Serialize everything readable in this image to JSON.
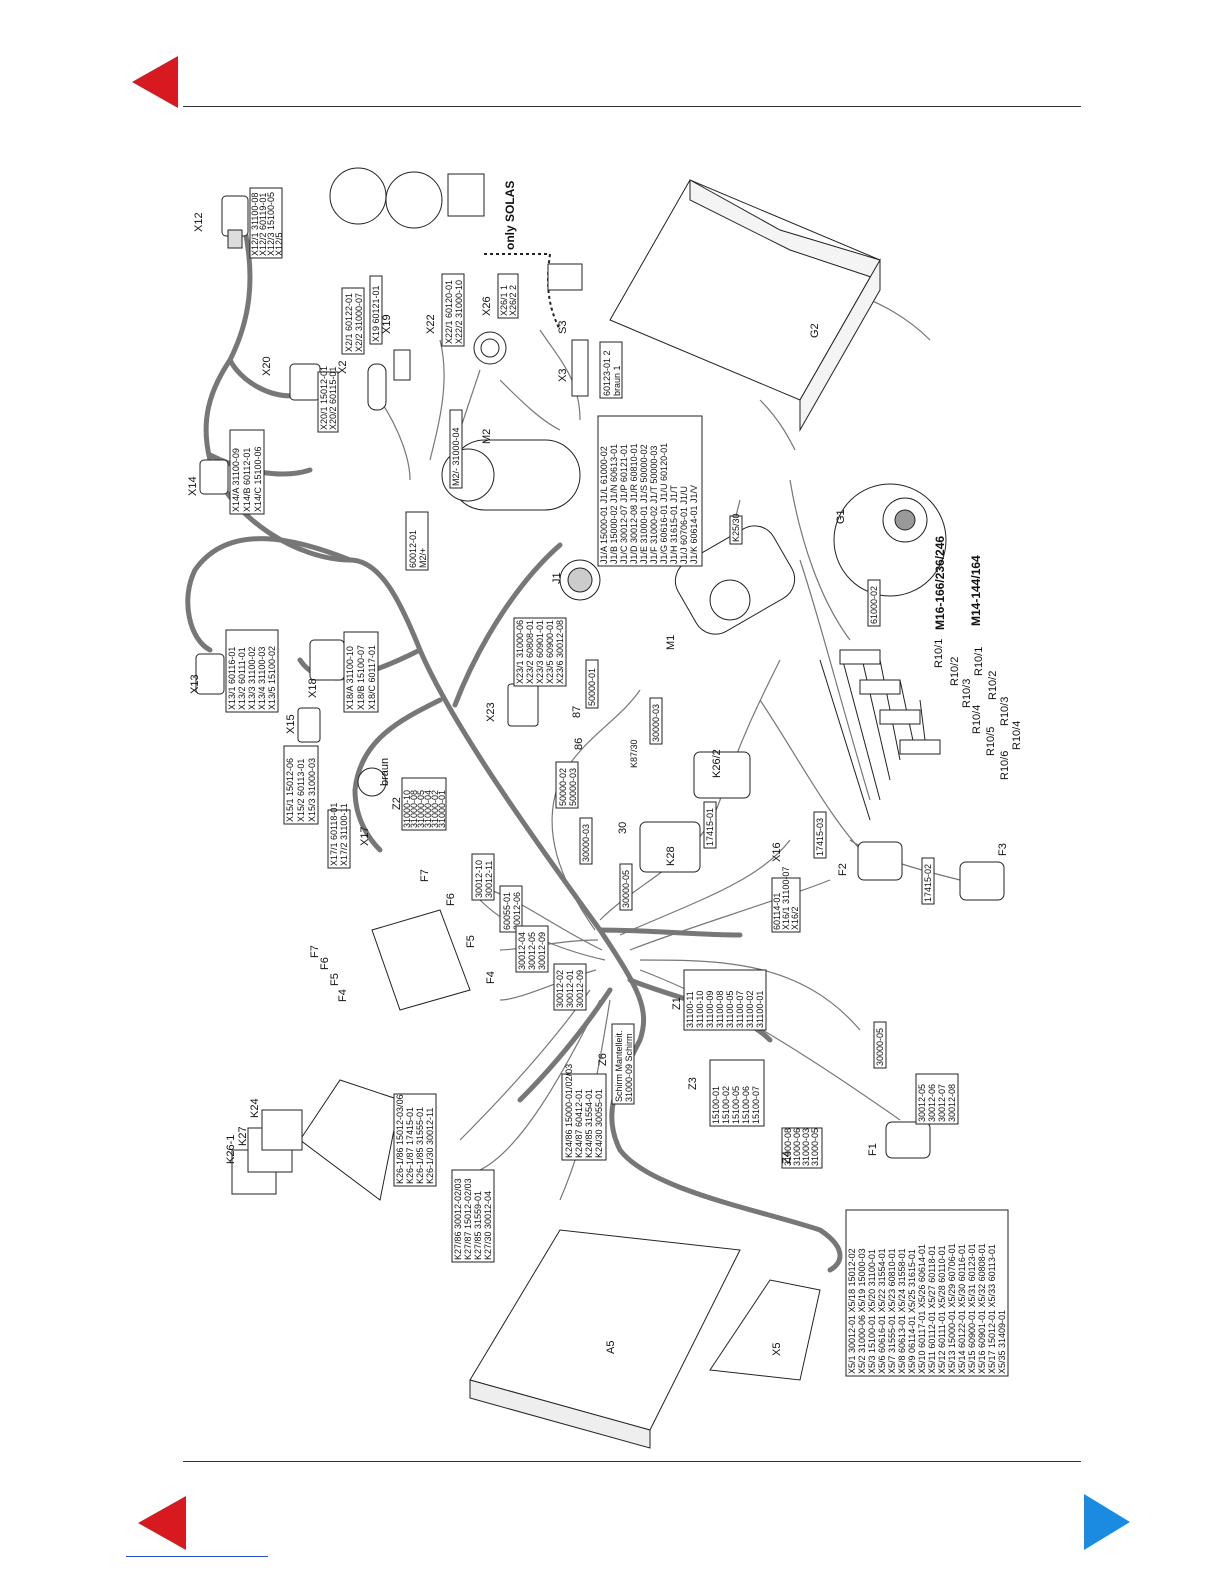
{
  "nav": {
    "prev_top_color": "#d71920",
    "prev_bottom_color": "#d71920",
    "next_bottom_color": "#1a8be0",
    "prev_icon": "triangle-left-icon",
    "next_icon": "triangle-right-icon"
  },
  "components": {
    "X12": "X12",
    "X14": "X14",
    "X13": "X13",
    "X15": "X15",
    "X17": "X17",
    "X18": "X18",
    "X20": "X20",
    "X2": "X2",
    "X19": "X19",
    "X22": "X22",
    "X26": "X26",
    "S3": "S3",
    "X3": "X3",
    "M2": "M2",
    "J1": "J1",
    "X23": "X23",
    "Z2": "Z2",
    "M1": "M1",
    "G1": "G1",
    "G2": "G2",
    "K26_2": "K26/2",
    "K28": "K28",
    "X16": "X16",
    "F2": "F2",
    "F3": "F3",
    "Z1": "Z1",
    "Z3": "Z3",
    "Z4": "Z4",
    "Z6": "Z6",
    "F1": "F1",
    "A5": "A5",
    "X5": "X5",
    "K24": "K24",
    "K27": "K27",
    "K26_1": "K26-1",
    "F4": "F4",
    "F5": "F5",
    "F6": "F6",
    "F7": "F7",
    "n86": "86",
    "n87": "87",
    "n30": "30",
    "R10_1": "R10/1",
    "R10_2": "R10/2",
    "R10_3": "R10/3",
    "R10_4": "R10/4",
    "R10_5": "R10/5",
    "R10_6": "R10/6"
  },
  "notes": {
    "only_solas": "only SOLAS",
    "engine_m16": "M16-166/236/246",
    "engine_m14": "M14-144/164",
    "braun": "braun",
    "z6_schirm": "Schirm Mantelleit.",
    "z6_part": "31000-09 Schirm"
  },
  "tables": {
    "x13": [
      "X13/1 60116-01",
      "X13/2 60111-01",
      "X13/3 31100-02",
      "X13/4 31100-03",
      "X13/5 15100-02"
    ],
    "x14": [
      "X14/A 31100-09",
      "X14/B 60112-01",
      "X14/C 15100-06"
    ],
    "x15": [
      "X15/1 15012-06",
      "X15/2 60113-01",
      "X15/3 31000-03"
    ],
    "x18": [
      "X18/A 31100-10",
      "X18/B 15100-07",
      "X18/C 60117-01"
    ],
    "x23": [
      "X23/1 31000-06",
      "X23/2 60808-01",
      "X23/3 60901-01",
      "X23/5 60900-01",
      "X23/6 30012-08"
    ],
    "x2": [
      "X2/1 60122-01",
      "X2/2 31000-07"
    ],
    "x19": [
      "X19 60121-01"
    ],
    "x22": [
      "X22/1 60120-01",
      "X22/2 31000-10"
    ],
    "x26": [
      "X26/1 1",
      "X26/2 2"
    ],
    "x3": [
      "60123-01 2",
      "braun 1"
    ],
    "m2": [
      "M2/- 31000-04"
    ],
    "m2plus": [
      "60012-01",
      "M2/+"
    ],
    "j1": [
      "J1/A 15000-01  J1/L 61000-02",
      "J1/B 15000-02  J1/N 60613-01",
      "J1/C 30012-07  J1/P 60121-01",
      "J1/D 30012-08  J1/R 60810-01",
      "J1/E 31000-01  J1/S 50000-02",
      "J1/F 31000-02  J1/T 50000-03",
      "J1/G 60616-01  J1/U 60120-01",
      "J1/H 31615-01  J1/T",
      "J1/J 60706-01  J1/U",
      "J1/K 60614-01  J1/V"
    ],
    "z2": [
      "31000-10",
      "31000-08",
      "31000-05",
      "31000-04",
      "31000-02",
      "31000-01"
    ],
    "z1": [
      "31100-11",
      "31100-10",
      "31100-09",
      "31100-08",
      "31100-05",
      "31100-07",
      "31100-02",
      "31100-01"
    ],
    "z3": [
      "15100-01",
      "15100-02",
      "15100-05",
      "15100-06",
      "15100-07"
    ],
    "z4": [
      "31000-08",
      "31000-06",
      "31000-03",
      "31000-05"
    ],
    "f7": [
      "30012-10",
      "30012-11"
    ],
    "f6": [
      "60055-01",
      "30012-06"
    ],
    "f5": [
      "30012-04",
      "30012-05",
      "30012-09"
    ],
    "f4": [
      "30012-02",
      "30012-01",
      "30012-09"
    ],
    "f1": [
      "30012-05",
      "30012-06",
      "30012-07",
      "30012-08"
    ],
    "f1top": [
      "30000-05"
    ],
    "k24": [
      "K24/86 15000-01/02/03",
      "K24/87 60412-01",
      "K24/85 31554-01",
      "K24/30 30055-01"
    ],
    "k26": [
      "K26-1/86 15012-03/06",
      "K26-1/87 17415-01",
      "K26-1/85 31555-01",
      "K26-1/30 30012-11"
    ],
    "k27": [
      "K27/86 30012-02/03",
      "K27/87 15012-02/03",
      "K27/85 31559-01",
      "K27/30 30012-04"
    ],
    "x16": [
      "60114-01",
      "X16/1 31100-07",
      "X16/2"
    ],
    "x17": [
      "X17/1 60118-01",
      "X17/2 31100-11"
    ],
    "x12": [
      "X12/1 31100-08",
      "X12/2 60119-01",
      "X12/3 15100-05",
      "X12/5"
    ],
    "x20": [
      "X20/1 15012-01",
      "X20/2 60115-01"
    ],
    "g1": [
      "61000-02"
    ],
    "k25": [
      "K25/30"
    ],
    "k87": [
      "K87/30"
    ],
    "f_50000_01": [
      "50000-01"
    ],
    "f_50000_02": [
      "50000-02",
      "50000-03"
    ],
    "f_30000_03": [
      "30000-03"
    ],
    "f_30000_03b": [
      "30000-03"
    ],
    "f_30000_05": [
      "30000-05"
    ],
    "f_17415_01": [
      "17415-01"
    ],
    "f_17415_03": [
      "17415-03"
    ],
    "f_17415_02": [
      "17415-02"
    ],
    "x5": [
      "X5/1  30012-01  X5/18 15012-02",
      "X5/2  31000-06  X5/19 15000-03",
      "X5/3  15100-01  X5/20 31100-01",
      "X5/6  60616-01  X5/22 31554-01",
      "X5/7  31555-01  X5/23 60810-01",
      "X5/8  60613-01  X5/24 31558-01",
      "X5/9  06114-01  X5/25 31615-01",
      "X5/10 60117-01  X5/26 60614-01",
      "X5/11 60112-01  X5/27 60118-01",
      "X5/12 60111-01  X5/28 60110-01",
      "X5/13 15000-01  X5/29 60706-01",
      "X5/14 60122-01  X5/30 60116-01",
      "X5/15 60900-01  X5/31 60123-01",
      "X5/16 60901-01  X5/32 60808-01",
      "X5/17 15012-01  X5/33 60113-01",
      "                X5/35 31409-01"
    ]
  }
}
